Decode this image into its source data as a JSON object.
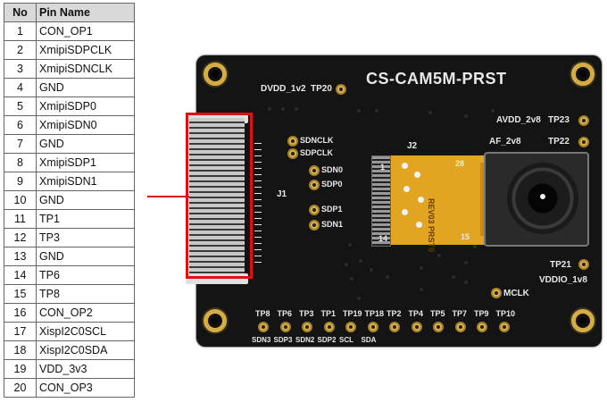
{
  "table": {
    "headers": {
      "no": "No",
      "pin_name": "Pin Name"
    },
    "rows": [
      {
        "no": "1",
        "name": "CON_OP1"
      },
      {
        "no": "2",
        "name": "XmipiSDPCLK"
      },
      {
        "no": "3",
        "name": "XmipiSDNCLK"
      },
      {
        "no": "4",
        "name": "GND"
      },
      {
        "no": "5",
        "name": "XmipiSDP0"
      },
      {
        "no": "6",
        "name": "XmipiSDN0"
      },
      {
        "no": "7",
        "name": "GND"
      },
      {
        "no": "8",
        "name": "XmipiSDP1"
      },
      {
        "no": "9",
        "name": "XmipiSDN1"
      },
      {
        "no": "10",
        "name": "GND"
      },
      {
        "no": "11",
        "name": "TP1"
      },
      {
        "no": "12",
        "name": "TP3"
      },
      {
        "no": "13",
        "name": "GND"
      },
      {
        "no": "14",
        "name": "TP6"
      },
      {
        "no": "15",
        "name": "TP8"
      },
      {
        "no": "16",
        "name": "CON_OP2"
      },
      {
        "no": "17",
        "name": "XispI2C0SCL"
      },
      {
        "no": "18",
        "name": "XispI2C0SDA"
      },
      {
        "no": "19",
        "name": "VDD_3v3"
      },
      {
        "no": "20",
        "name": "CON_OP3"
      }
    ]
  },
  "board": {
    "title": "CS-CAM5M-PRST",
    "labels": {
      "dvdd": "DVDD_1v2",
      "tp20": "TP20",
      "avdd": "AVDD_2v8",
      "tp23": "TP23",
      "af": "AF_2v8",
      "tp22": "TP22",
      "sdnclk": "SDNCLK",
      "sdpclk": "SDPCLK",
      "sdn0": "SDN0",
      "sdp0": "SDP0",
      "sdp1": "SDP1",
      "sdn1": "SDN1",
      "j1": "J1",
      "j2": "J2",
      "pin1": "1",
      "pin28": "28",
      "pin14": "14",
      "pin15": "15",
      "tp21": "TP21",
      "vddio": "VDDIO_1v8",
      "mclk": "MCLK",
      "fpc_text": "REV03 PRST0"
    },
    "bottom_top_labels": [
      "TP8",
      "TP6",
      "TP3",
      "TP1",
      "TP19",
      "TP18",
      "TP2",
      "TP4",
      "TP5",
      "TP7",
      "TP9",
      "TP10"
    ],
    "bottom_bottom_labels": [
      "SDN3",
      "SDP3",
      "SDN2",
      "SDP2",
      "SCL",
      "SDA"
    ]
  },
  "colors": {
    "highlight": "#e01010",
    "board": "#141414",
    "gold": "#d9b04a",
    "fpc": "#e2a521"
  }
}
